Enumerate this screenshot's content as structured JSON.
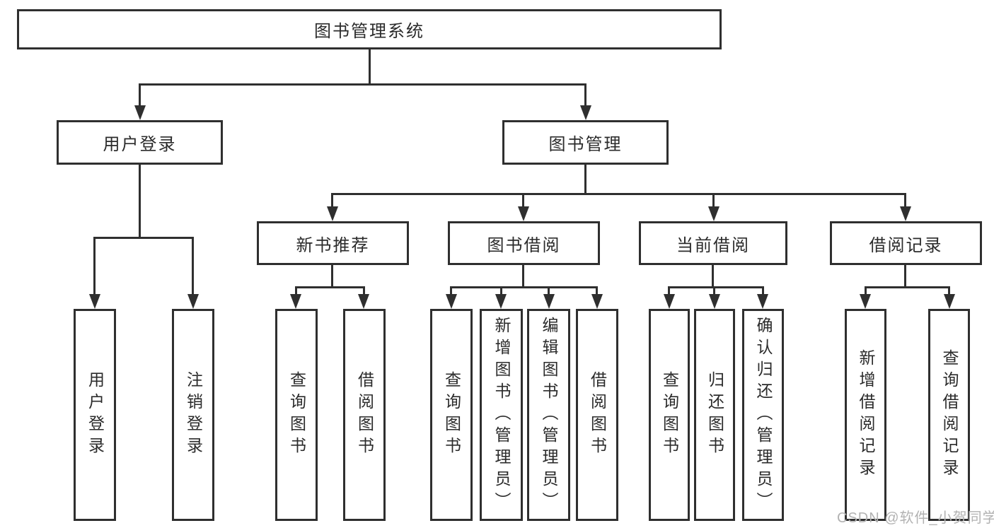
{
  "diagram_type": "hierarchy-tree",
  "colors": {
    "line": "#2f2f2f",
    "box_border": "#2f2f2f",
    "text": "#2b2b2b",
    "watermark": "#b2b2b2",
    "background": "#ffffff"
  },
  "tree": {
    "label": "图书管理系统",
    "children": [
      {
        "label": "用户登录",
        "children": [
          {
            "label": "用户登录"
          },
          {
            "label": "注销登录"
          }
        ]
      },
      {
        "label": "图书管理",
        "children": [
          {
            "label": "新书推荐",
            "children": [
              {
                "label": "查询图书"
              },
              {
                "label": "借阅图书"
              }
            ]
          },
          {
            "label": "图书借阅",
            "children": [
              {
                "label": "查询图书"
              },
              {
                "label": "新增图书（管理员）"
              },
              {
                "label": "编辑图书（管理员）"
              },
              {
                "label": "借阅图书"
              }
            ]
          },
          {
            "label": "当前借阅",
            "children": [
              {
                "label": "查询图书"
              },
              {
                "label": "归还图书"
              },
              {
                "label": "确认归还（管理员）"
              }
            ]
          },
          {
            "label": "借阅记录",
            "children": [
              {
                "label": "新增借阅记录"
              },
              {
                "label": "查询借阅记录"
              }
            ]
          }
        ]
      }
    ]
  },
  "watermark": {
    "text": "CSDN @软件_小贺同学"
  }
}
